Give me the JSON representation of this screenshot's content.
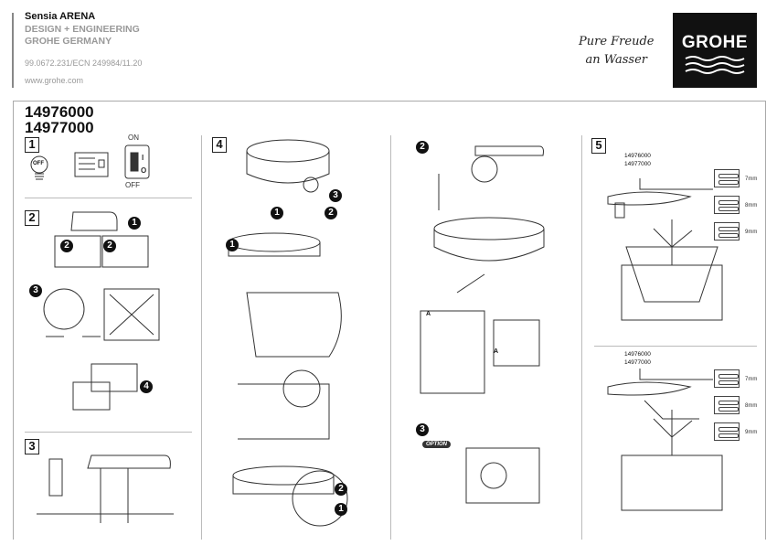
{
  "header": {
    "product": "Sensia ARENA",
    "line1": "DESIGN + ENGINEERING",
    "line2": "GROHE GERMANY",
    "doc_code": "99.0672.231/ECN 249984/11.20",
    "website": "www.grohe.com"
  },
  "slogan": {
    "line1": "Pure Freude",
    "line2": "an Wasser"
  },
  "logo": {
    "text": "GROHE"
  },
  "models": [
    "14976000",
    "14977000"
  ],
  "steps": {
    "s1": "1",
    "s2": "2",
    "s3": "3",
    "s4": "4",
    "s5": "5"
  },
  "step1": {
    "on": "ON",
    "off": "OFF",
    "off_icon": "OFF",
    "switch_on": "I",
    "switch_off": "O"
  },
  "callouts": [
    "1",
    "2",
    "3",
    "4"
  ],
  "col3": {
    "label_a": "A",
    "label_a2": "A",
    "option": "OPTION"
  },
  "step5": {
    "model_a": "14976000",
    "model_b": "14977000",
    "sizes": [
      "7mm",
      "8mm",
      "9mm"
    ]
  }
}
